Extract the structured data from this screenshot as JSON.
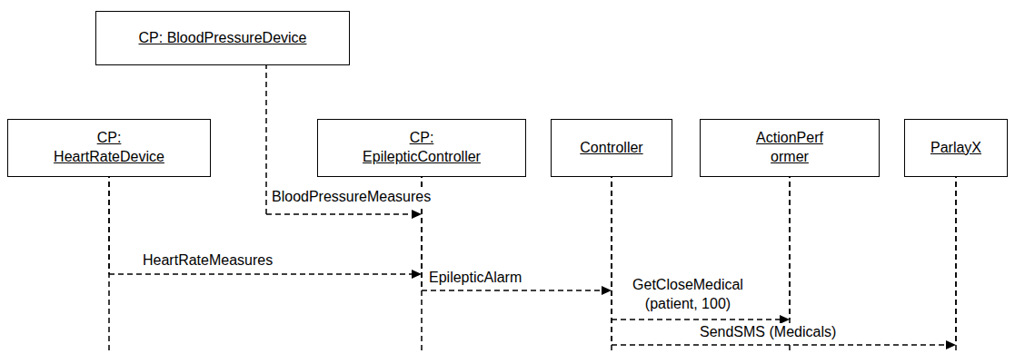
{
  "diagram": {
    "nodes": [
      {
        "text": [
          "CP: BloodPressureDevice"
        ]
      },
      {
        "text": [
          "CP: HeartRateDevice"
        ]
      },
      {
        "text": [
          "CP: EpilepticController"
        ]
      },
      {
        "text": [
          "Controller"
        ]
      },
      {
        "text": [
          "ActionPerf ormer"
        ]
      },
      {
        "text": [
          "ParlayX"
        ]
      }
    ],
    "edges": [
      {
        "from": 0,
        "to": 2,
        "arrow": "to",
        "label": "BloodPressureMeasures"
      },
      {
        "from": 1,
        "to": 2,
        "arrow": "to",
        "label": "HeartRateMeasures"
      },
      {
        "from": 2,
        "to": 3,
        "arrow": "to",
        "label": "EpilepticAlarm"
      },
      {
        "from": 3,
        "to": 4,
        "arrow": "to",
        "label": "GetCloseMedical (patient, 100)"
      },
      {
        "from": 3,
        "to": 5,
        "arrow": "to",
        "label": "SendSMS (Medicals)"
      }
    ]
  }
}
